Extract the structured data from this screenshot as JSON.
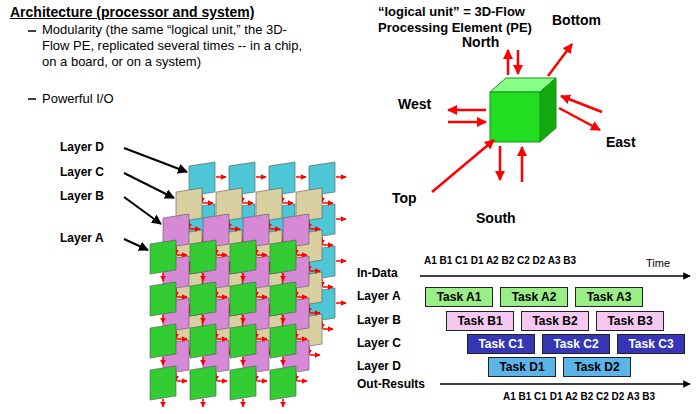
{
  "diagram": {
    "title": "Architecture (processor and system)",
    "nodes": [
      {
        "text": [
          "Task A1"
        ]
      },
      {
        "text": [
          "Task A2"
        ]
      },
      {
        "text": [
          "Task A3"
        ]
      },
      {
        "text": [
          "Task B1"
        ]
      },
      {
        "text": [
          "Task B2"
        ]
      },
      {
        "text": [
          "Task B3"
        ]
      },
      {
        "text": [
          "Task C1"
        ]
      },
      {
        "text": [
          "Task C2"
        ]
      },
      {
        "text": [
          "Task C3"
        ]
      },
      {
        "text": [
          "Task D1"
        ]
      },
      {
        "text": [
          "Task D2"
        ]
      }
    ],
    "labels": [
      "Modularity (the same “logical unit,” the 3D-Flow PE, replicated several times -- in a chip, on a board, or on a system)",
      "Powerful I/O",
      "Layer D",
      "Layer C",
      "Layer B",
      "Layer A",
      "“logical unit” = 3D-Flow Processing Element (PE)",
      "North",
      "Bottom",
      "West",
      "East",
      "Top",
      "South",
      "In-Data",
      "A1 B1 C1 D1 A2 B2 C2 D2 A3 B3",
      "Time",
      "Layer A",
      "Layer B",
      "Layer C",
      "Layer D",
      "Out-Results",
      "A1 B1 C1 D1 A2 B2 C2 D2 A3 B3"
    ]
  }
}
